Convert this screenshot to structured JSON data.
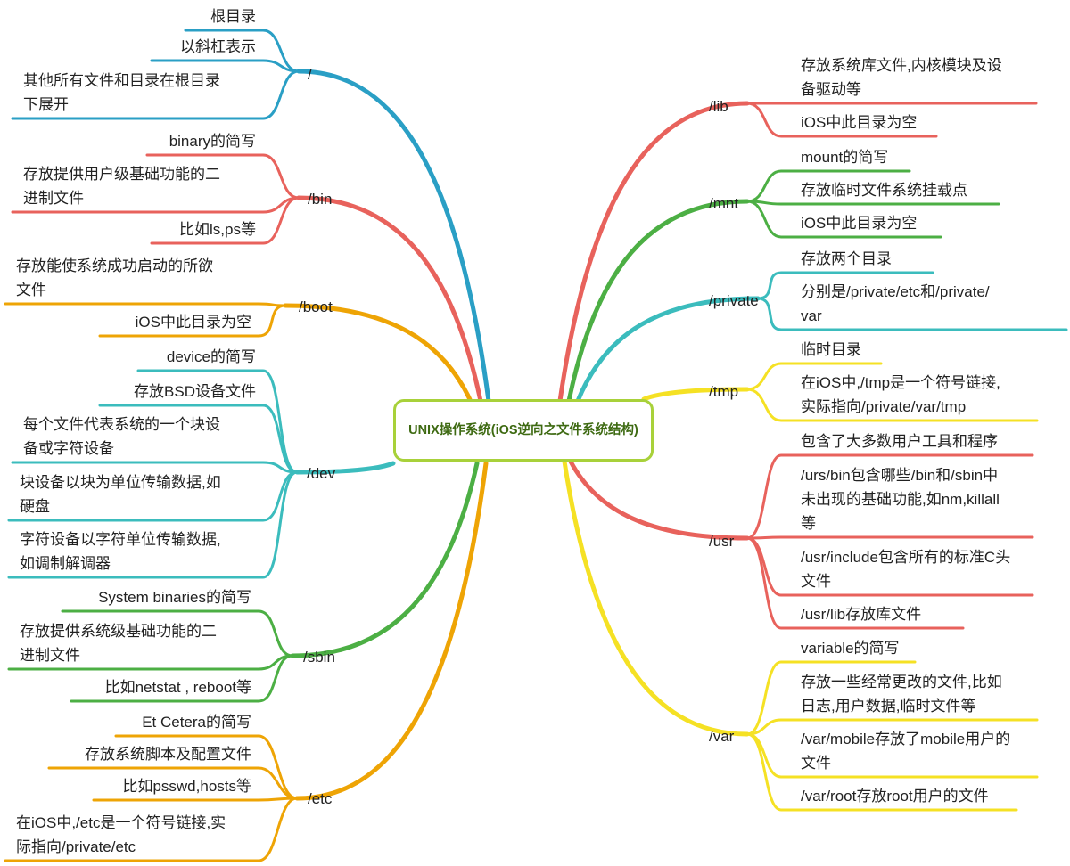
{
  "root": {
    "title": "UNIX操作系统(iOS逆向之文件系统结构)"
  },
  "colors": {
    "blue": "#2a9fc5",
    "red": "#e8625c",
    "orange": "#eea405",
    "teal": "#3bbcbd",
    "green": "#4caf44",
    "yellow": "#f5e124",
    "center_border": "#a8d13a"
  },
  "left": [
    {
      "label": "/",
      "color": "blue",
      "items": [
        {
          "text": "根目录"
        },
        {
          "text": "以斜杠表示"
        },
        {
          "lines": [
            "其他所有文件和目录在根目录",
            "下展开"
          ]
        }
      ]
    },
    {
      "label": "/bin",
      "color": "red",
      "items": [
        {
          "text": "binary的简写"
        },
        {
          "lines": [
            "存放提供用户级基础功能的二",
            "进制文件"
          ]
        },
        {
          "text": "比如ls,ps等"
        }
      ]
    },
    {
      "label": "/boot",
      "color": "orange",
      "items": [
        {
          "lines": [
            "存放能使系统成功启动的所欲",
            "文件"
          ]
        },
        {
          "text": "iOS中此目录为空"
        }
      ]
    },
    {
      "label": "/dev",
      "color": "teal",
      "items": [
        {
          "text": "device的简写"
        },
        {
          "text": "存放BSD设备文件"
        },
        {
          "lines": [
            "每个文件代表系统的一个块设",
            "备或字符设备"
          ]
        },
        {
          "lines": [
            "块设备以块为单位传输数据,如",
            "硬盘"
          ]
        },
        {
          "lines": [
            "字符设备以字符单位传输数据,",
            "如调制解调器"
          ]
        }
      ]
    },
    {
      "label": "/sbin",
      "color": "green",
      "items": [
        {
          "text": "System binaries的简写"
        },
        {
          "lines": [
            "存放提供系统级基础功能的二",
            "进制文件"
          ]
        },
        {
          "text": "比如netstat , reboot等"
        }
      ]
    },
    {
      "label": "/etc",
      "color": "orange",
      "items": [
        {
          "text": "Et Cetera的简写"
        },
        {
          "text": "存放系统脚本及配置文件"
        },
        {
          "text": "比如psswd,hosts等"
        },
        {
          "lines": [
            "在iOS中,/etc是一个符号链接,实",
            "际指向/private/etc"
          ]
        }
      ]
    }
  ],
  "right": [
    {
      "label": "/lib",
      "color": "red",
      "items": [
        {
          "lines": [
            "存放系统库文件,内核模块及设",
            "备驱动等"
          ]
        },
        {
          "text": "iOS中此目录为空"
        }
      ]
    },
    {
      "label": "/mnt",
      "color": "green",
      "items": [
        {
          "text": "mount的简写"
        },
        {
          "text": "存放临时文件系统挂载点"
        },
        {
          "text": "iOS中此目录为空"
        }
      ]
    },
    {
      "label": "/private",
      "color": "teal",
      "items": [
        {
          "text": "存放两个目录"
        },
        {
          "lines": [
            "分别是/private/etc和/private/",
            "var"
          ]
        }
      ]
    },
    {
      "label": "/tmp",
      "color": "yellow",
      "items": [
        {
          "text": "临时目录"
        },
        {
          "lines": [
            "在iOS中,/tmp是一个符号链接,",
            "实际指向/private/var/tmp"
          ]
        }
      ]
    },
    {
      "label": "/usr",
      "color": "red",
      "items": [
        {
          "text": "包含了大多数用户工具和程序"
        },
        {
          "lines": [
            "/urs/bin包含哪些/bin和/sbin中",
            "未出现的基础功能,如nm,killall",
            "等"
          ]
        },
        {
          "lines": [
            "/usr/include包含所有的标准C头",
            "文件"
          ]
        },
        {
          "text": "/usr/lib存放库文件"
        }
      ]
    },
    {
      "label": "/var",
      "color": "yellow",
      "items": [
        {
          "text": "variable的简写"
        },
        {
          "lines": [
            "存放一些经常更改的文件,比如",
            "日志,用户数据,临时文件等"
          ]
        },
        {
          "lines": [
            "/var/mobile存放了mobile用户的",
            "文件"
          ]
        },
        {
          "text": "/var/root存放root用户的文件"
        }
      ]
    }
  ]
}
